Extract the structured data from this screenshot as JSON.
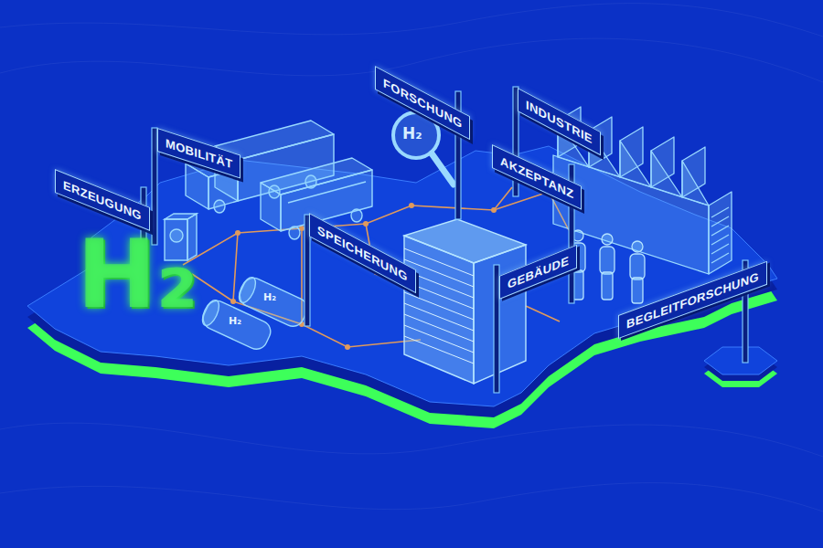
{
  "diagram": {
    "nodes": [
      {
        "text": [
          "FORSCHUNG"
        ]
      },
      {
        "text": [
          "INDUSTRIE"
        ]
      },
      {
        "text": [
          "MOBILITÄT"
        ]
      },
      {
        "text": [
          "AKZEPTANZ"
        ]
      },
      {
        "text": [
          "ERZEUGUNG"
        ]
      },
      {
        "text": [
          "SPEICHERUNG"
        ]
      },
      {
        "text": [
          "GEBÄUDE"
        ]
      },
      {
        "text": [
          "BEGLEITFORSCHUNG"
        ]
      }
    ],
    "labels": [
      "H₂",
      "H₂",
      "H₂",
      "H₂"
    ]
  }
}
